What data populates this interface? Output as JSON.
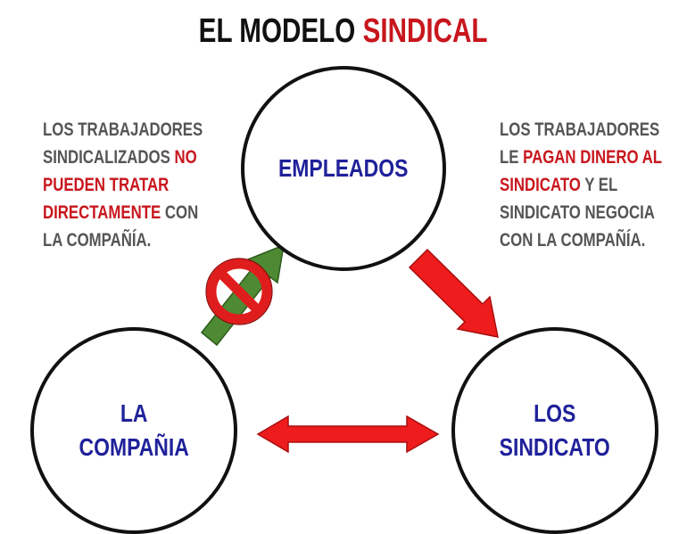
{
  "title": {
    "main": "EL MODELO",
    "accent": "SINDICAL"
  },
  "nodes": {
    "empleados": "EMPLEADOS",
    "compania": {
      "line1": "LA",
      "line2": "COMPAÑIA"
    },
    "sindicato": {
      "line1": "LOS",
      "line2": "SINDICATO"
    }
  },
  "notes": {
    "left": {
      "line1": "LOS TRABAJADORES",
      "line2_a": "SINDICALIZADOS ",
      "line2_b": "NO",
      "line3": "PUEDEN TRATAR",
      "line4_a": "DIRECTAMENTE",
      "line4_b": " CON",
      "line5": "LA COMPAÑÍA."
    },
    "right": {
      "line1": "LOS TRABAJADORES",
      "line2_a": "LE ",
      "line2_b": "PAGAN DINERO AL",
      "line3_a": "SINDICATO",
      "line3_b": " Y EL",
      "line4": "SINDICATO NEGOCIA",
      "line5": "CON LA COMPAÑÍA."
    }
  },
  "icons": {
    "blocked": "no-entry-icon",
    "arrow_up": "green-arrow-icon",
    "arrow_down": "red-arrow-icon",
    "arrow_both": "double-arrow-icon"
  },
  "colors": {
    "accent": "#c8161d",
    "node_text": "#20219a",
    "note_text": "#555555",
    "arrow_red": "#ee1c1c",
    "arrow_green": "#4e8a33"
  }
}
